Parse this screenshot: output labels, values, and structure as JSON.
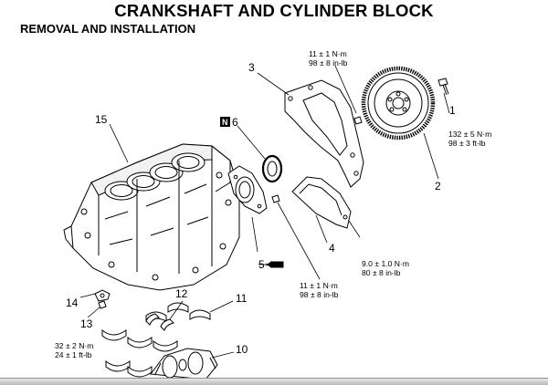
{
  "title": "CRANKSHAFT AND CYLINDER BLOCK",
  "subtitle": "REMOVAL AND INSTALLATION",
  "callouts": {
    "c1": "1",
    "c2": "2",
    "c3": "3",
    "c4": "4",
    "c5": "5",
    "c6": "6",
    "c10": "10",
    "c11": "11",
    "c12": "12",
    "c13": "13",
    "c14": "14",
    "c15": "15"
  },
  "badge_n": "N",
  "torques": {
    "t_top_a": "11 ± 1 N·m",
    "t_top_b": "98 ± 8 in-lb",
    "t_flywheel_a": "132 ± 5 N·m",
    "t_flywheel_b": "98 ± 3 ft-lb",
    "t_cover_a": "9.0 ± 1.0 N·m",
    "t_cover_b": "80 ± 8 in-lb",
    "t_mid_a": "11 ± 1 N·m",
    "t_mid_b": "98 ± 8 in-lb",
    "t_sensor_a": "32 ± 2 N·m",
    "t_sensor_b": "24 ± 1 ft-lb"
  }
}
